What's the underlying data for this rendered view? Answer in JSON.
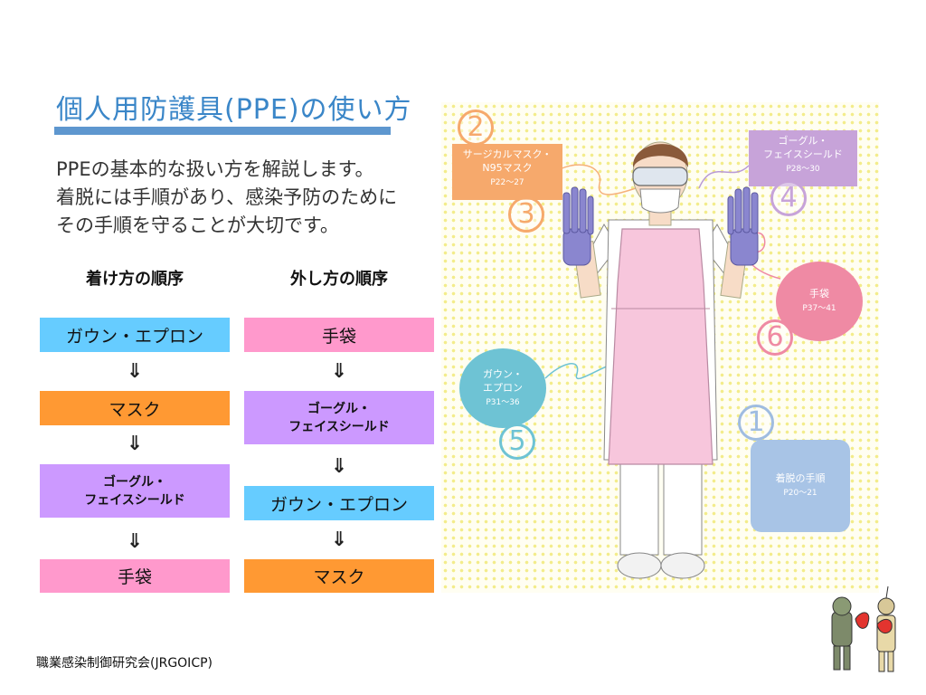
{
  "title": "個人用防護具(PPE)の使い方",
  "intro": [
    "PPEの基本的な扱い方を解説します。",
    "着脱には手順があり、感染予防のために",
    "その手順を守ることが大切です。"
  ],
  "donning": {
    "heading": "着け方の順序",
    "steps": [
      {
        "l1": "ガウン・エプロン",
        "l2": ""
      },
      {
        "l1": "マスク",
        "l2": ""
      },
      {
        "l1": "ゴーグル・",
        "l2": "フェイスシールド"
      },
      {
        "l1": "手袋",
        "l2": ""
      }
    ]
  },
  "doffing": {
    "heading": "外し方の順序",
    "steps": [
      {
        "l1": "手袋",
        "l2": ""
      },
      {
        "l1": "ゴーグル・",
        "l2": "フェイスシールド"
      },
      {
        "l1": "ガウン・エプロン",
        "l2": ""
      },
      {
        "l1": "マスク",
        "l2": ""
      }
    ]
  },
  "arrow": "⇓",
  "labels": {
    "mask": {
      "num": "2",
      "l1": "サージカルマスク・",
      "l2": "N95マスク",
      "page": "P22～27",
      "num2": "3"
    },
    "goggle": {
      "num": "4",
      "l1": "ゴーグル・",
      "l2": "フェイスシールド",
      "page": "P28～30"
    },
    "glove": {
      "num": "6",
      "l1": "手袋",
      "page": "P37～41"
    },
    "gown": {
      "num": "5",
      "l1": "ガウン・",
      "l2": "エプロン",
      "page": "P31～36"
    },
    "procedure": {
      "num": "1",
      "l1": "着脱の手順",
      "page": "P20～21"
    }
  },
  "footer": "職業感染制御研究会(JRGOICP)",
  "colors": {
    "blue": "#66ccff",
    "orange": "#ff9933",
    "purple": "#cc99ff",
    "pink": "#ff99cc",
    "title": "#3a86c8"
  }
}
